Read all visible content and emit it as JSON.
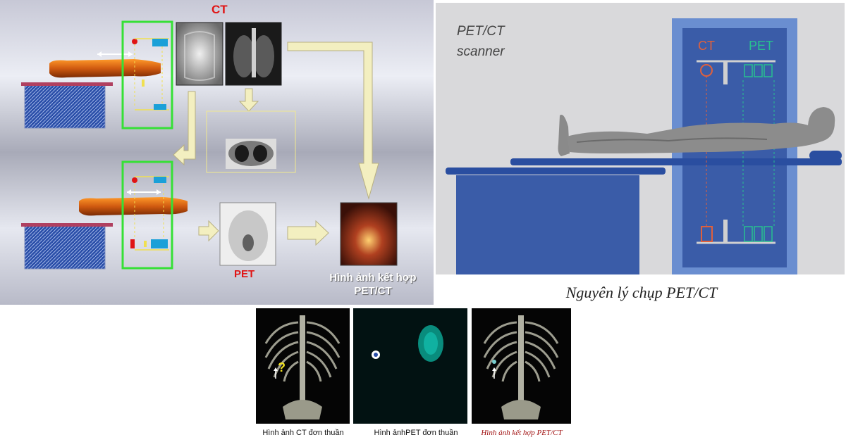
{
  "left_diagram": {
    "ct_label": "CT",
    "pet_label": "PET",
    "fusion_label": "Hình ảnh kết hợp PET/CT"
  },
  "right_diagram": {
    "scanner_label_line1": "PET/CT",
    "scanner_label_line2": "scanner",
    "ct_ring_label": "CT",
    "pet_ring_label": "PET",
    "caption": "Nguyên lý chụp PET/CT"
  },
  "bottom_images": {
    "ct_caption": "Hình ảnh CT đơn thuần",
    "pet_caption": "Hình ảnhPET đơn thuần",
    "fusion_caption": "Hình ảnh kết hợp PET/CT",
    "question_mark": "?"
  },
  "colors": {
    "label_red": "#e01414",
    "scanner_blue": "#3a5ca8",
    "ct_orange": "#e0603c",
    "pet_green": "#28c090",
    "highlight_green": "#36e036",
    "arrow_cream": "#f3efc0"
  }
}
